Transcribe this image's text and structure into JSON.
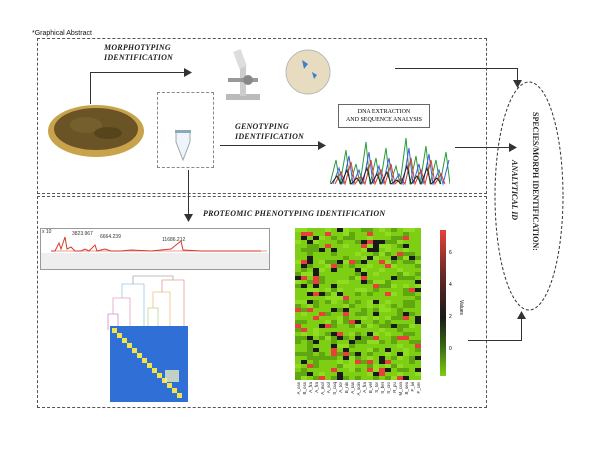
{
  "header": {
    "title": "*Graphical Abstract"
  },
  "labels": {
    "morphotyping": "MORPHOTYPING\nIDENTIFICATION",
    "genotyping": "GENOTYPING\nIDENTIFICATION",
    "dna_box": "DNA EXTRACTION\nAND SEQUENCE ANALYSIS",
    "proteomic": "PROTEOMIC PHENOTYPING IDENTIFICATION",
    "species": "SPECIES/MORPH IDENTIFICATION:",
    "analytical": "ANALYTICAL ID"
  },
  "spectrum": {
    "y_label": "x 10",
    "peaks": [
      "3823.967",
      "6664.239",
      "11686.212"
    ]
  },
  "heatmap": {
    "legend_title": "Values",
    "legend_ticks": [
      "6",
      "4",
      "2",
      "0"
    ],
    "x_labels": [
      "A_oss",
      "B_oss",
      "A_fra",
      "A_fra",
      "A_mol",
      "A_sol",
      "S_cuq",
      "A_tor",
      "B_nis",
      "A_ras",
      "A_scin",
      "A_fra",
      "B_vel",
      "S_tor",
      "S_bet",
      "S_cro",
      "R_pu",
      "M_con",
      "B_sex",
      "F_ivi",
      "F_cer"
    ],
    "colors": {
      "low": "#7ecf13",
      "mid": "#1a1a1a",
      "high": "#e8413a"
    }
  },
  "colors": {
    "heatmap_green": "#7ecf13",
    "spectrum_red": "#d63a2a",
    "matrix_blue": "#2f6fd6",
    "dish_brown": "#6a5426"
  }
}
